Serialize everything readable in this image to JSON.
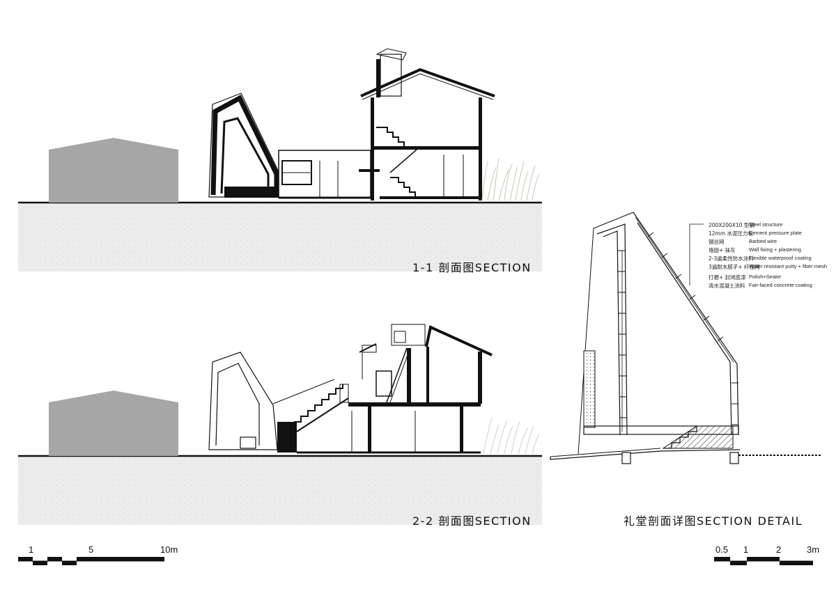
{
  "titles": {
    "section_1": "1-1 剖面图SECTION",
    "section_2": "2-2 剖面图SECTION",
    "detail": "礼堂剖面详图SECTION DETAIL"
  },
  "scale_main": {
    "labels": [
      "1",
      "5",
      "10m"
    ]
  },
  "scale_detail": {
    "labels": [
      "0.5",
      "1",
      "2",
      "3m"
    ]
  },
  "legend": {
    "items": [
      {
        "cn": "200X200X10 型钢",
        "en": "Steel structure"
      },
      {
        "cn": "12mm 水泥压力板",
        "en": "Cement pressure plate"
      },
      {
        "cn": "钢丝网",
        "en": "Barbed wire"
      },
      {
        "cn": "墙固+ 抹灰",
        "en": "Wall fixing + plastering"
      },
      {
        "cn": "2-3遍柔性防水涂料",
        "en": "Flexible waterproof coating"
      },
      {
        "cn": "3遍耐水腻子+ 纤维网",
        "en": "Water resistant putty + fiber mesh"
      },
      {
        "cn": "打磨+ 封闭底漆",
        "en": "Polish+Sealer"
      },
      {
        "cn": "清水混凝土涂料",
        "en": "Fair-faced concrete coating"
      }
    ]
  },
  "colors": {
    "ink": "#111111",
    "ground_fill": "#ececec",
    "neighbor_building": "#a6a6a6",
    "grass": "#d8d6cc"
  }
}
